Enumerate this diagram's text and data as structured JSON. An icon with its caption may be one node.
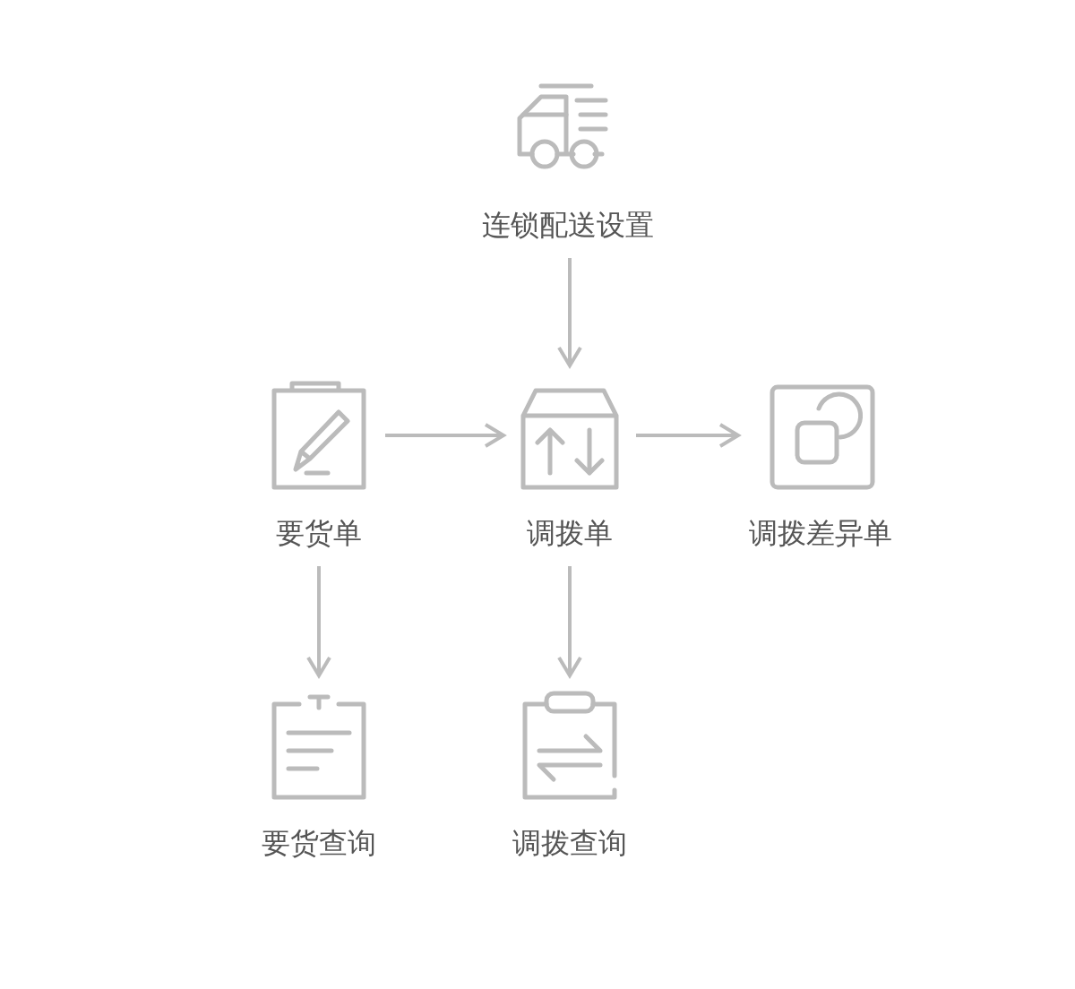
{
  "diagram": {
    "nodes": [
      {
        "text": [
          "连锁配送设置"
        ]
      },
      {
        "text": [
          "要货单"
        ]
      },
      {
        "text": [
          "调拨单"
        ]
      },
      {
        "text": [
          "调拨差异单"
        ]
      },
      {
        "text": [
          "要货查询"
        ]
      },
      {
        "text": [
          "调拨查询"
        ]
      }
    ],
    "edges": [
      {
        "from": 0,
        "to": 2,
        "arrow": "to"
      },
      {
        "from": 1,
        "to": 2,
        "arrow": "to"
      },
      {
        "from": 2,
        "to": 3,
        "arrow": "to"
      },
      {
        "from": 1,
        "to": 4,
        "arrow": "to"
      },
      {
        "from": 2,
        "to": 5,
        "arrow": "to"
      }
    ]
  }
}
